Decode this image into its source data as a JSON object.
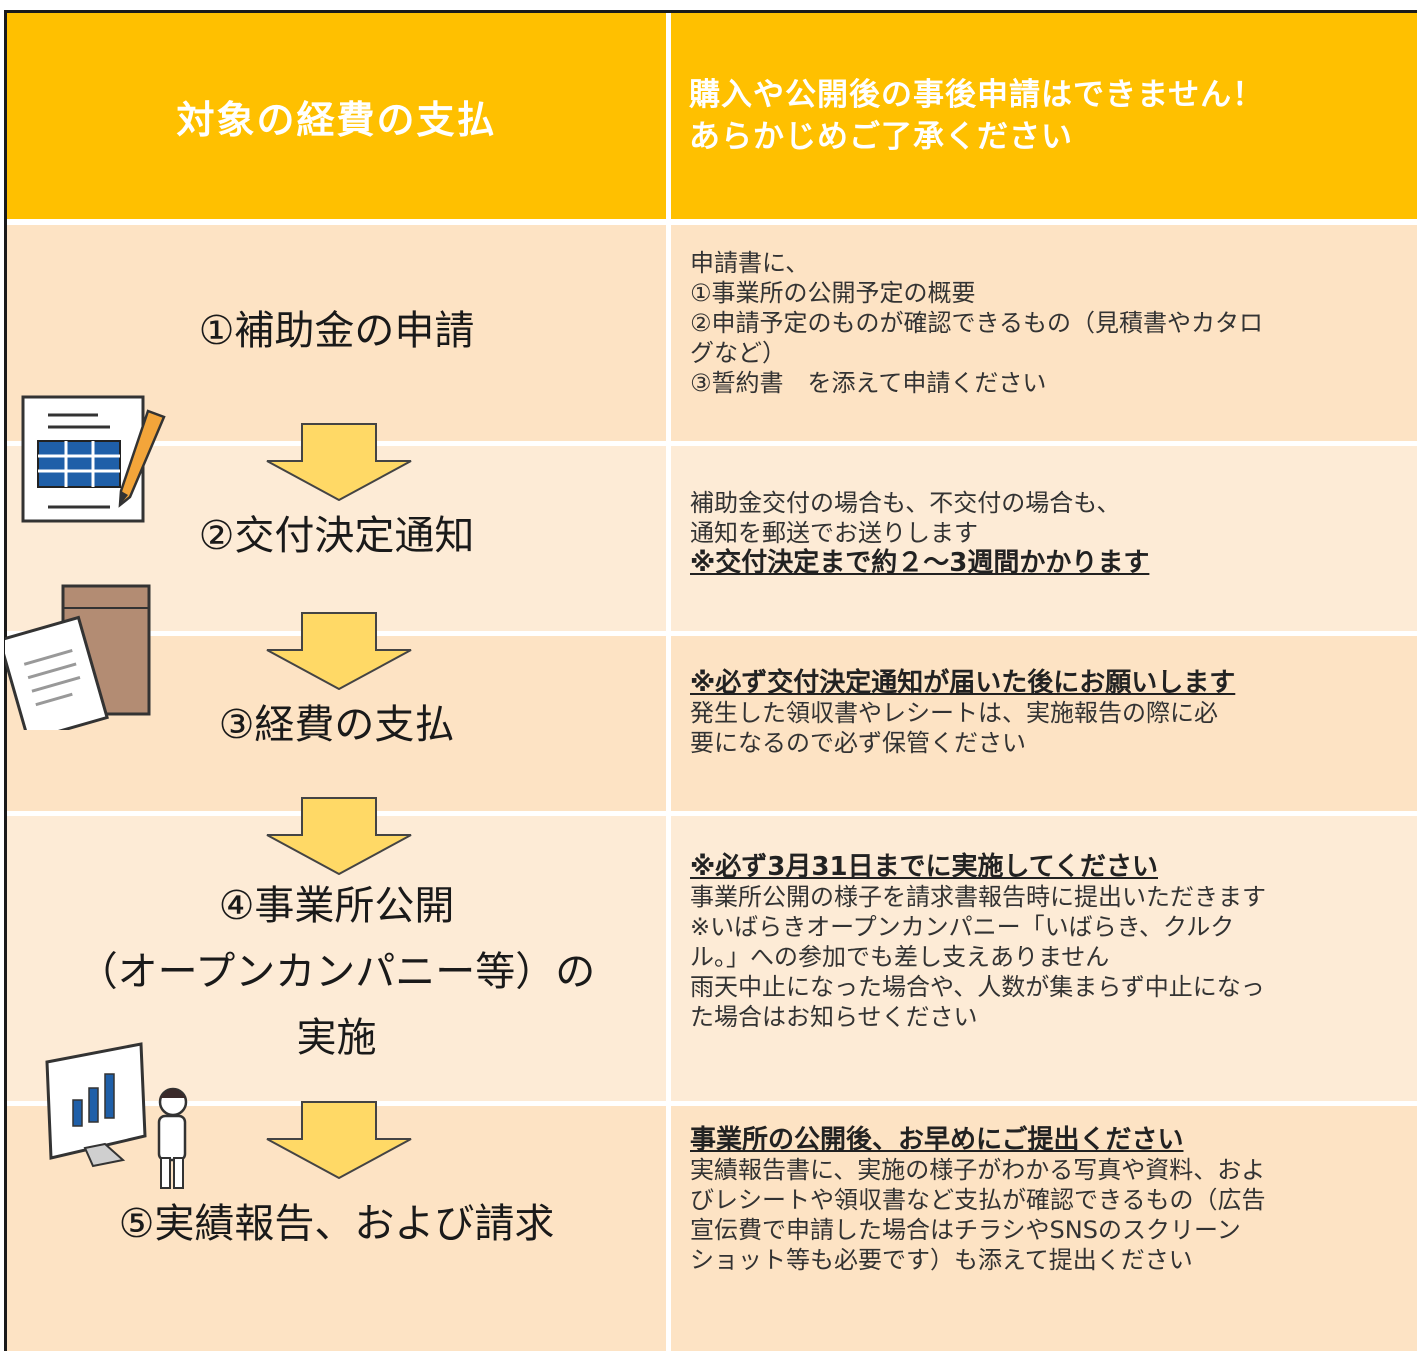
{
  "header": {
    "left_title": "対象の経費の支払",
    "right_note_line1": "購入や公開後の事後申請はできません！",
    "right_note_line2": "あらかじめご了承ください"
  },
  "steps": [
    {
      "label": "①補助金の申請"
    },
    {
      "label": "②交付決定通知"
    },
    {
      "label": "③経費の支払"
    },
    {
      "label_line1": "④事業所公開",
      "label_line2": "（オープンカンパニー等）の",
      "label_line3": "実施"
    },
    {
      "label": "⑤実績報告、および請求"
    }
  ],
  "descriptions": {
    "d1": [
      "申請書に、",
      "①事業所の公開予定の概要",
      "②申請予定のものが確認できるもの（見積書やカタロ",
      "グなど）",
      "③誓約書　を添えて申請ください"
    ],
    "d2": [
      "補助金交付の場合も、不交付の場合も、",
      "通知を郵送でお送りします"
    ],
    "d2_emphasis": "※交付決定まで約２～3週間かかります",
    "d3_emphasis": "※必ず交付決定通知が届いた後にお願いします",
    "d3": [
      "発生した領収書やレシートは、実施報告の際に必",
      "要になるので必ず保管ください"
    ],
    "d4_emphasis": "※必ず3月31日までに実施してください",
    "d4": [
      "事業所公開の様子を請求書報告時に提出いただきます",
      "※いばらきオープンカンパニー「いばらき、クルク",
      "ル。」への参加でも差し支えありません",
      "雨天中止になった場合や、人数が集まらず中止になっ",
      "た場合はお知らせください"
    ],
    "d5_emphasis": "事業所の公開後、お早めにご提出ください",
    "d5": [
      "実績報告書に、実施の様子がわかる写真や資料、およ",
      "びレシートや領収書など支払が確認できるもの（広告",
      "宣伝費で申請した場合はチラシやSNSのスクリーン",
      "ショット等も必要です）も添えて提出ください"
    ]
  },
  "colors": {
    "header": "#ffc000",
    "row_dark": "#fde3c4",
    "row_light": "#fdebd6",
    "arrow": "#ffd966"
  }
}
